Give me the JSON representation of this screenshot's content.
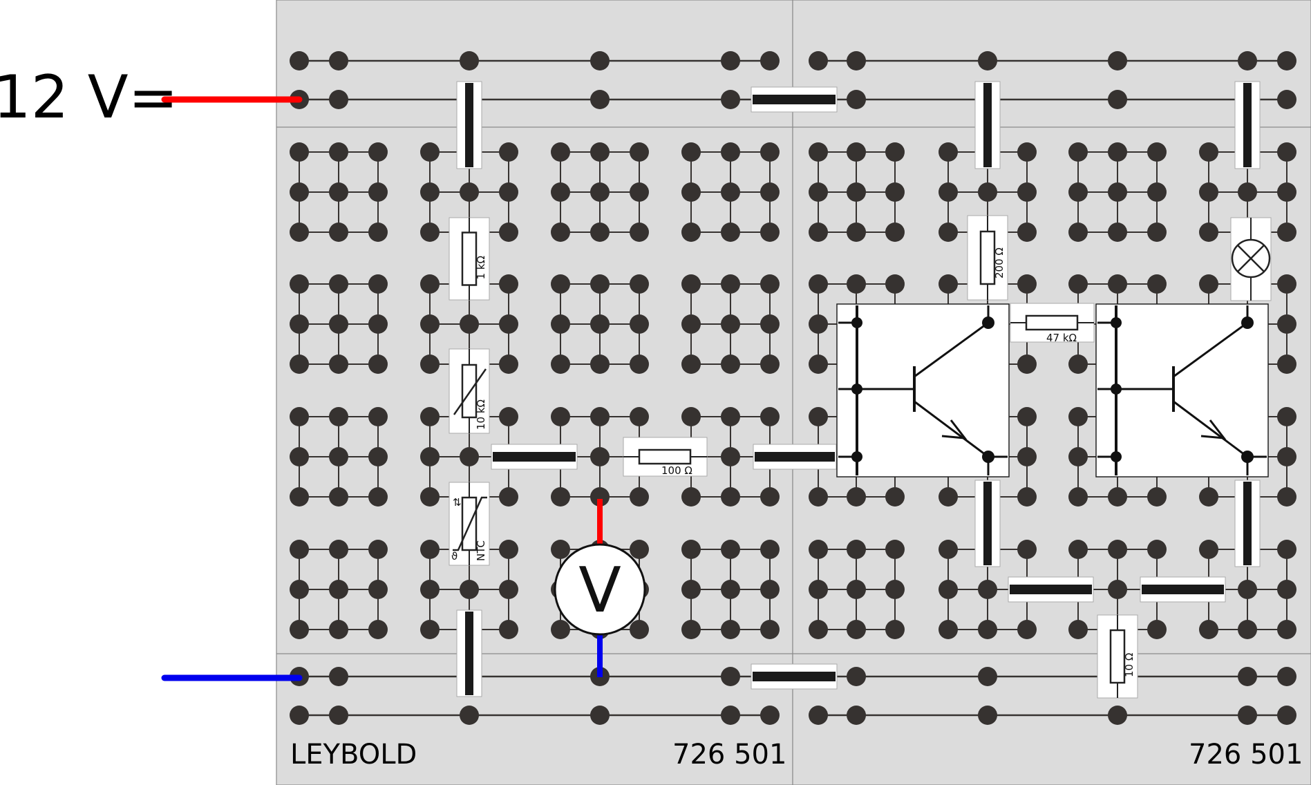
{
  "supply": {
    "voltage_label": "12 V=",
    "positive_color": "#ff0000",
    "negative_color": "#0000ee"
  },
  "board": {
    "brand": "LEYBOLD",
    "left_panel_number": "726 501",
    "right_panel_number": "726 501",
    "panel_color": "#dcdcdc",
    "socket_color": "#363230"
  },
  "components": {
    "r1_label": "1 kΩ",
    "thermistor_label": "10 kΩ",
    "ntc_label": "NTC",
    "ntc_theta": "ϑ",
    "r_100_label": "100 Ω",
    "r_200_label": "200 Ω",
    "r_47k_label": "47 kΩ",
    "r_10_label": "10 Ω",
    "voltmeter_label": "V"
  }
}
